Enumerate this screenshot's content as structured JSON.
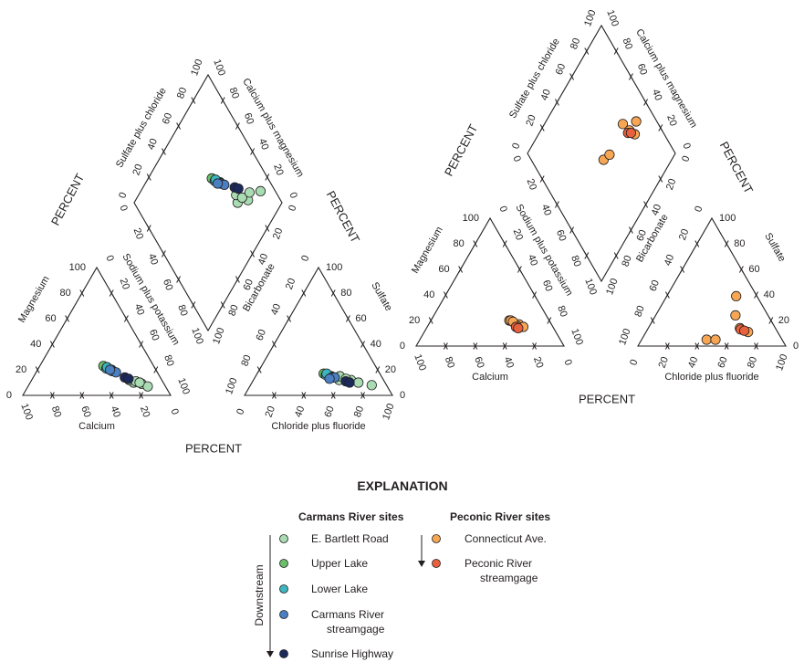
{
  "chart_data": {
    "type": "scatter",
    "subtype": "piper-trilinear",
    "ticks": [
      0,
      20,
      40,
      60,
      80,
      100
    ],
    "percent_label": "PERCENT",
    "axes": {
      "calcium": "Calcium",
      "magnesium": "Magnesium",
      "sodium_potassium": "Sodium plus potassium",
      "chloride_fluoride": "Chloride plus fluoride",
      "sulfate": "Sulfate",
      "bicarbonate": "Bicarbonate",
      "sulfate_chloride": "Sulfate plus chloride",
      "calcium_magnesium": "Calcium plus magnesium"
    },
    "panels": [
      {
        "name": "Carmans River sites",
        "series": [
          {
            "site": "E. Bartlett Road",
            "color": "#a9dcb2",
            "samples": [
              {
                "ca": 20,
                "mg": 10,
                "na": 70,
                "hco3": 30,
                "so4": 12,
                "cl": 58
              },
              {
                "ca": 15,
                "mg": 9,
                "na": 76,
                "hco3": 22,
                "so4": 12,
                "cl": 66
              },
              {
                "ca": 12,
                "mg": 7,
                "na": 81,
                "hco3": 10,
                "so4": 8,
                "cl": 82
              },
              {
                "ca": 22,
                "mg": 12,
                "na": 66,
                "hco3": 28,
                "so4": 15,
                "cl": 57
              },
              {
                "ca": 18,
                "mg": 11,
                "na": 71,
                "hco3": 25,
                "so4": 13,
                "cl": 62
              },
              {
                "ca": 16,
                "mg": 10,
                "na": 74,
                "hco3": 18,
                "so4": 10,
                "cl": 72
              }
            ]
          },
          {
            "site": "Upper Lake",
            "color": "#6abf69",
            "samples": [
              {
                "ca": 34,
                "mg": 23,
                "na": 43,
                "hco3": 38,
                "so4": 17,
                "cl": 45
              },
              {
                "ca": 32,
                "mg": 22,
                "na": 46,
                "hco3": 36,
                "so4": 16,
                "cl": 48
              },
              {
                "ca": 30,
                "mg": 20,
                "na": 50,
                "hco3": 34,
                "so4": 15,
                "cl": 51
              }
            ]
          },
          {
            "site": "Lower Lake",
            "color": "#3db7bf",
            "samples": [
              {
                "ca": 33,
                "mg": 21,
                "na": 46,
                "hco3": 37,
                "so4": 16,
                "cl": 47
              },
              {
                "ca": 31,
                "mg": 20,
                "na": 49,
                "hco3": 35,
                "so4": 15,
                "cl": 50
              },
              {
                "ca": 32,
                "mg": 22,
                "na": 46,
                "hco3": 36,
                "so4": 17,
                "cl": 47
              }
            ]
          },
          {
            "site": "Carmans River streamgage",
            "color": "#4a7fc1",
            "samples": [
              {
                "ca": 30,
                "mg": 19,
                "na": 51,
                "hco3": 34,
                "so4": 14,
                "cl": 52
              },
              {
                "ca": 28,
                "mg": 18,
                "na": 54,
                "hco3": 32,
                "so4": 14,
                "cl": 54
              },
              {
                "ca": 31,
                "mg": 20,
                "na": 49,
                "hco3": 36,
                "so4": 13,
                "cl": 51
              }
            ]
          },
          {
            "site": "Sunrise Highway",
            "color": "#1b2a5a",
            "samples": [
              {
                "ca": 24,
                "mg": 14,
                "na": 62,
                "hco3": 26,
                "so4": 11,
                "cl": 63
              },
              {
                "ca": 22,
                "mg": 13,
                "na": 65,
                "hco3": 24,
                "so4": 10,
                "cl": 66
              }
            ]
          }
        ]
      },
      {
        "name": "Peconic River sites",
        "series": [
          {
            "site": "Connecticut Ave.",
            "color": "#f7a654",
            "samples": [
              {
                "ca": 27,
                "mg": 20,
                "na": 53,
                "hco3": 24,
                "so4": 14,
                "cl": 62
              },
              {
                "ca": 22,
                "mg": 17,
                "na": 61,
                "hco3": 14,
                "so4": 39,
                "cl": 47
              },
              {
                "ca": 24,
                "mg": 16,
                "na": 60,
                "hco3": 22,
                "so4": 24,
                "cl": 54
              },
              {
                "ca": 26,
                "mg": 20,
                "na": 54,
                "hco3": 51,
                "so4": 5,
                "cl": 44
              },
              {
                "ca": 25,
                "mg": 19,
                "na": 56,
                "hco3": 45,
                "so4": 5,
                "cl": 50
              },
              {
                "ca": 20,
                "mg": 15,
                "na": 65,
                "hco3": 20,
                "so4": 11,
                "cl": 69
              }
            ]
          },
          {
            "site": "Peconic River streamgage",
            "color": "#e8603c",
            "samples": [
              {
                "ca": 25,
                "mg": 15,
                "na": 60,
                "hco3": 24,
                "so4": 13,
                "cl": 63
              },
              {
                "ca": 24,
                "mg": 14,
                "na": 62,
                "hco3": 22,
                "so4": 12,
                "cl": 66
              }
            ]
          }
        ]
      }
    ]
  },
  "legend": {
    "title": "EXPLANATION",
    "downstream": "Downstream",
    "carmans_header": "Carmans River sites",
    "peconic_header": "Peconic River sites",
    "carmans_items": [
      {
        "label": "E. Bartlett Road",
        "color": "#a9dcb2"
      },
      {
        "label": "Upper Lake",
        "color": "#6abf69"
      },
      {
        "label": "Lower Lake",
        "color": "#3db7bf"
      },
      {
        "label": "Carmans River",
        "label2": "streamgage",
        "color": "#4a7fc1"
      },
      {
        "label": "Sunrise Highway",
        "color": "#1b2a5a"
      }
    ],
    "peconic_items": [
      {
        "label": "Connecticut Ave.",
        "color": "#f7a654"
      },
      {
        "label": "Peconic River",
        "label2": "streamgage",
        "color": "#e8603c"
      }
    ]
  }
}
